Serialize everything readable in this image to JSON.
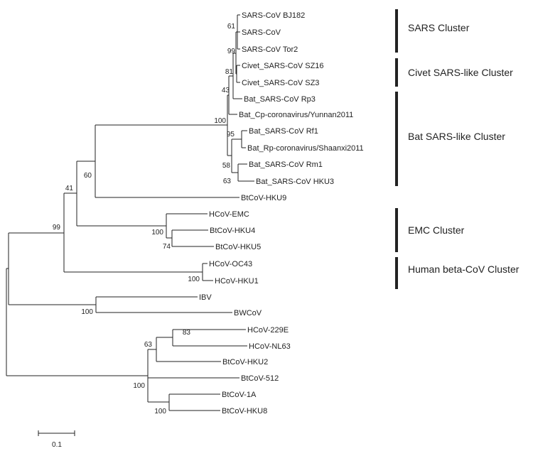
{
  "leaves": [
    "SARS-CoV  BJ182",
    "SARS-CoV",
    "SARS-CoV  Tor2",
    "Civet_SARS-CoV  SZ16",
    "Civet_SARS-CoV  SZ3",
    "Bat_SARS-CoV  Rp3",
    "Bat_Cp-coronavirus/Yunnan2011",
    "Bat_SARS-CoV  Rf1",
    "Bat_Rp-coronavirus/Shaanxi2011",
    "Bat_SARS-CoV  Rm1",
    "Bat_SARS-CoV  HKU3",
    "BtCoV-HKU9",
    "HCoV-EMC",
    "BtCoV-HKU4",
    "BtCoV-HKU5",
    "HCoV-OC43",
    "HCoV-HKU1",
    "IBV",
    "BWCoV",
    "HCoV-229E",
    "HCoV-NL63",
    "BtCoV-HKU2",
    "BtCoV-512",
    "BtCoV-1A",
    "BtCoV-HKU8"
  ],
  "support_values": [
    "61",
    "99",
    "81",
    "43",
    "100",
    "95",
    "58",
    "63",
    "60",
    "41",
    "99",
    "100",
    "74",
    "100",
    "100",
    "83",
    "63",
    "100",
    "100"
  ],
  "clusters": [
    "SARS Cluster",
    "Civet SARS-like Cluster",
    "Bat SARS-like Cluster",
    "EMC Cluster",
    "Human beta-CoV Cluster"
  ],
  "scale_bar": {
    "label": "0.1"
  }
}
